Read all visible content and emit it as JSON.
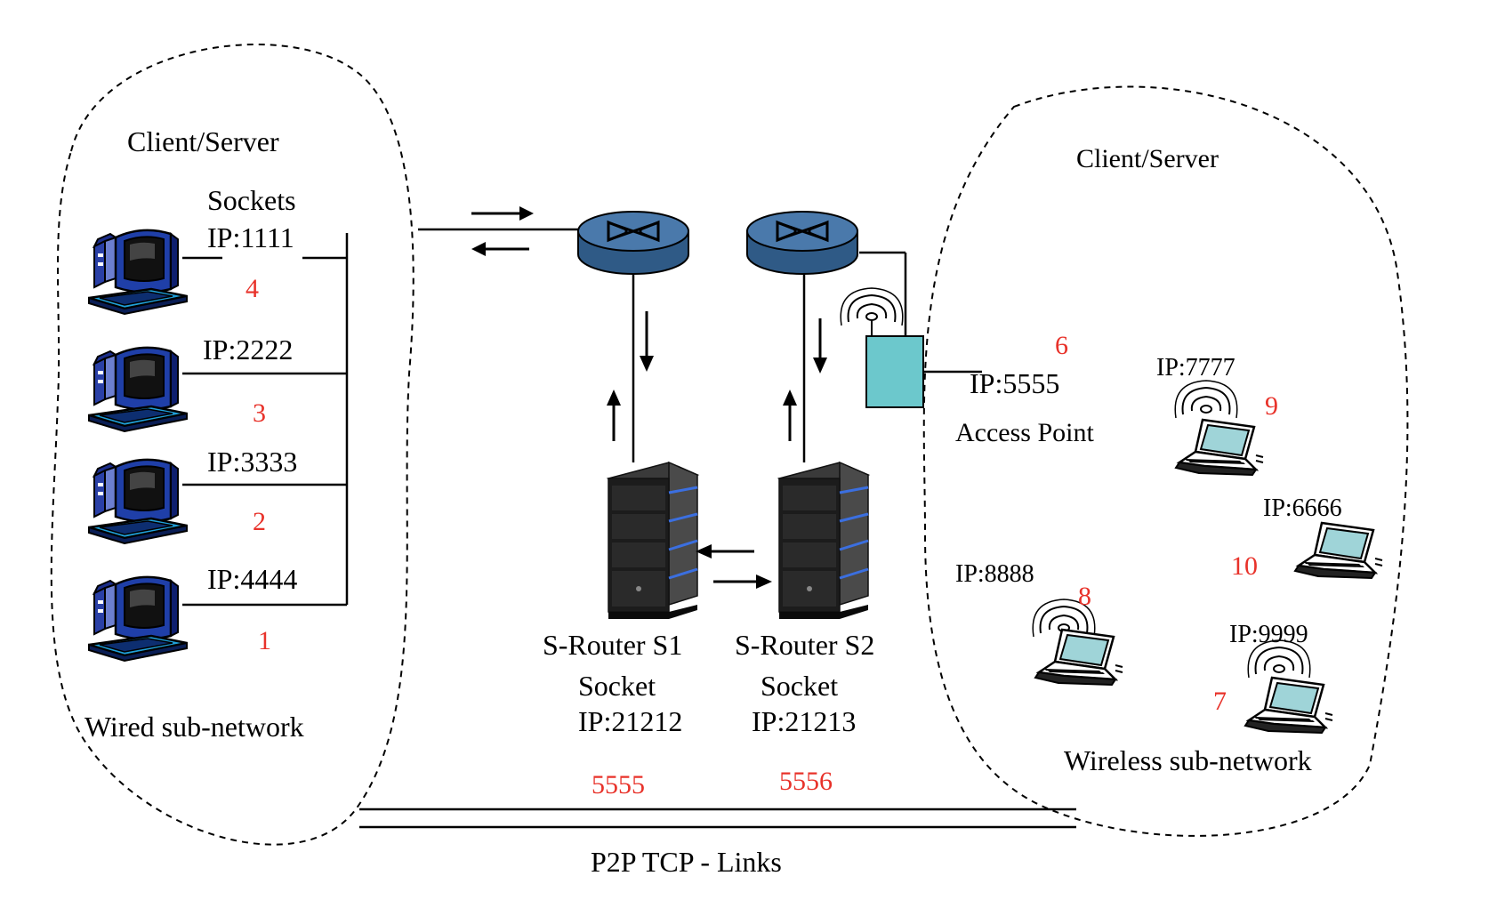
{
  "wired": {
    "title_line1": "Client/Server",
    "title_line2": "Sockets",
    "caption": "Wired sub-network",
    "hosts": [
      {
        "ip": "IP:1111",
        "num": "4"
      },
      {
        "ip": "IP:2222",
        "num": "3"
      },
      {
        "ip": "IP:3333",
        "num": "2"
      },
      {
        "ip": "IP:4444",
        "num": "1"
      }
    ]
  },
  "routers": [
    {
      "name": "S-Router S1",
      "socket": "Socket",
      "ip": "IP:21212",
      "port": "5555"
    },
    {
      "name": "S-Router S2",
      "socket": "Socket",
      "ip": "IP:21213",
      "port": "5556"
    }
  ],
  "wireless": {
    "title": "Client/Server",
    "caption": "Wireless sub-network",
    "access_point": {
      "num": "6",
      "ip": "IP:5555",
      "label": "Access Point"
    },
    "laptops": [
      {
        "ip": "IP:7777",
        "num": "9"
      },
      {
        "ip": "IP:6666",
        "num": "10"
      },
      {
        "ip": "IP:8888",
        "num": "8"
      },
      {
        "ip": "IP:9999",
        "num": "7"
      }
    ]
  },
  "links_label": "P2P TCP - Links",
  "colors": {
    "label_red": "#e8322a",
    "router_blue": "#3f6b9a",
    "access_point": "#6cc8cc",
    "monitor_blue": "#1f3fa8"
  }
}
